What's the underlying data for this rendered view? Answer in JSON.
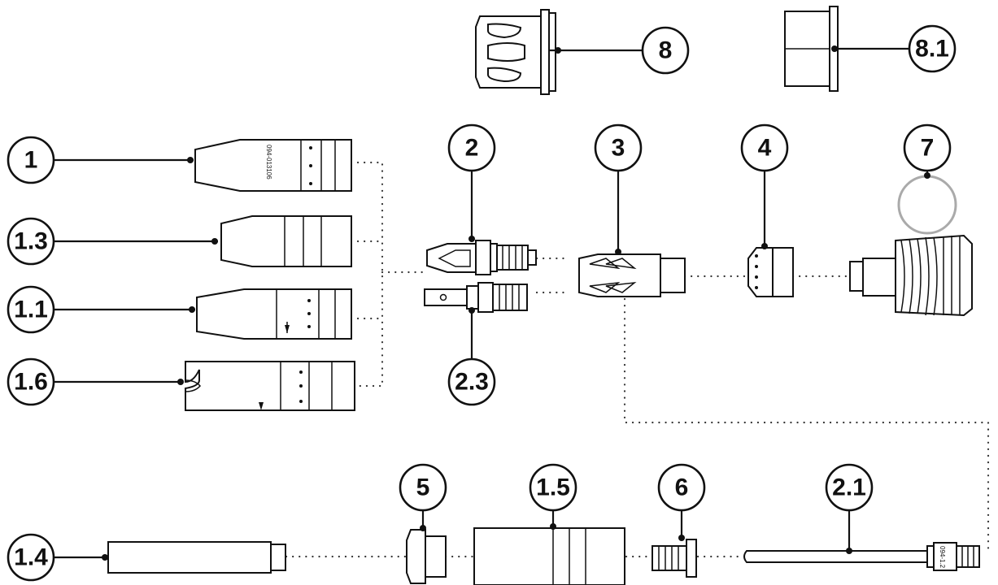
{
  "diagram": {
    "callouts": [
      {
        "id": "c1",
        "label": "1"
      },
      {
        "id": "c1_3",
        "label": "1.3"
      },
      {
        "id": "c1_1",
        "label": "1.1"
      },
      {
        "id": "c1_6",
        "label": "1.6"
      },
      {
        "id": "c1_4",
        "label": "1.4"
      },
      {
        "id": "c2",
        "label": "2"
      },
      {
        "id": "c2_3",
        "label": "2.3"
      },
      {
        "id": "c3",
        "label": "3"
      },
      {
        "id": "c4",
        "label": "4"
      },
      {
        "id": "c7",
        "label": "7"
      },
      {
        "id": "c8",
        "label": "8"
      },
      {
        "id": "c8_1",
        "label": "8.1"
      },
      {
        "id": "c5",
        "label": "5"
      },
      {
        "id": "c1_5",
        "label": "1.5"
      },
      {
        "id": "c6",
        "label": "6"
      },
      {
        "id": "c2_1",
        "label": "2.1"
      }
    ],
    "part_markings": {
      "nozzle_1": "094-013106",
      "rod_2_1": "094-1.2"
    },
    "colors": {
      "ink": "#111111",
      "o_ring": "#aaaaaa",
      "background": "#ffffff"
    }
  }
}
